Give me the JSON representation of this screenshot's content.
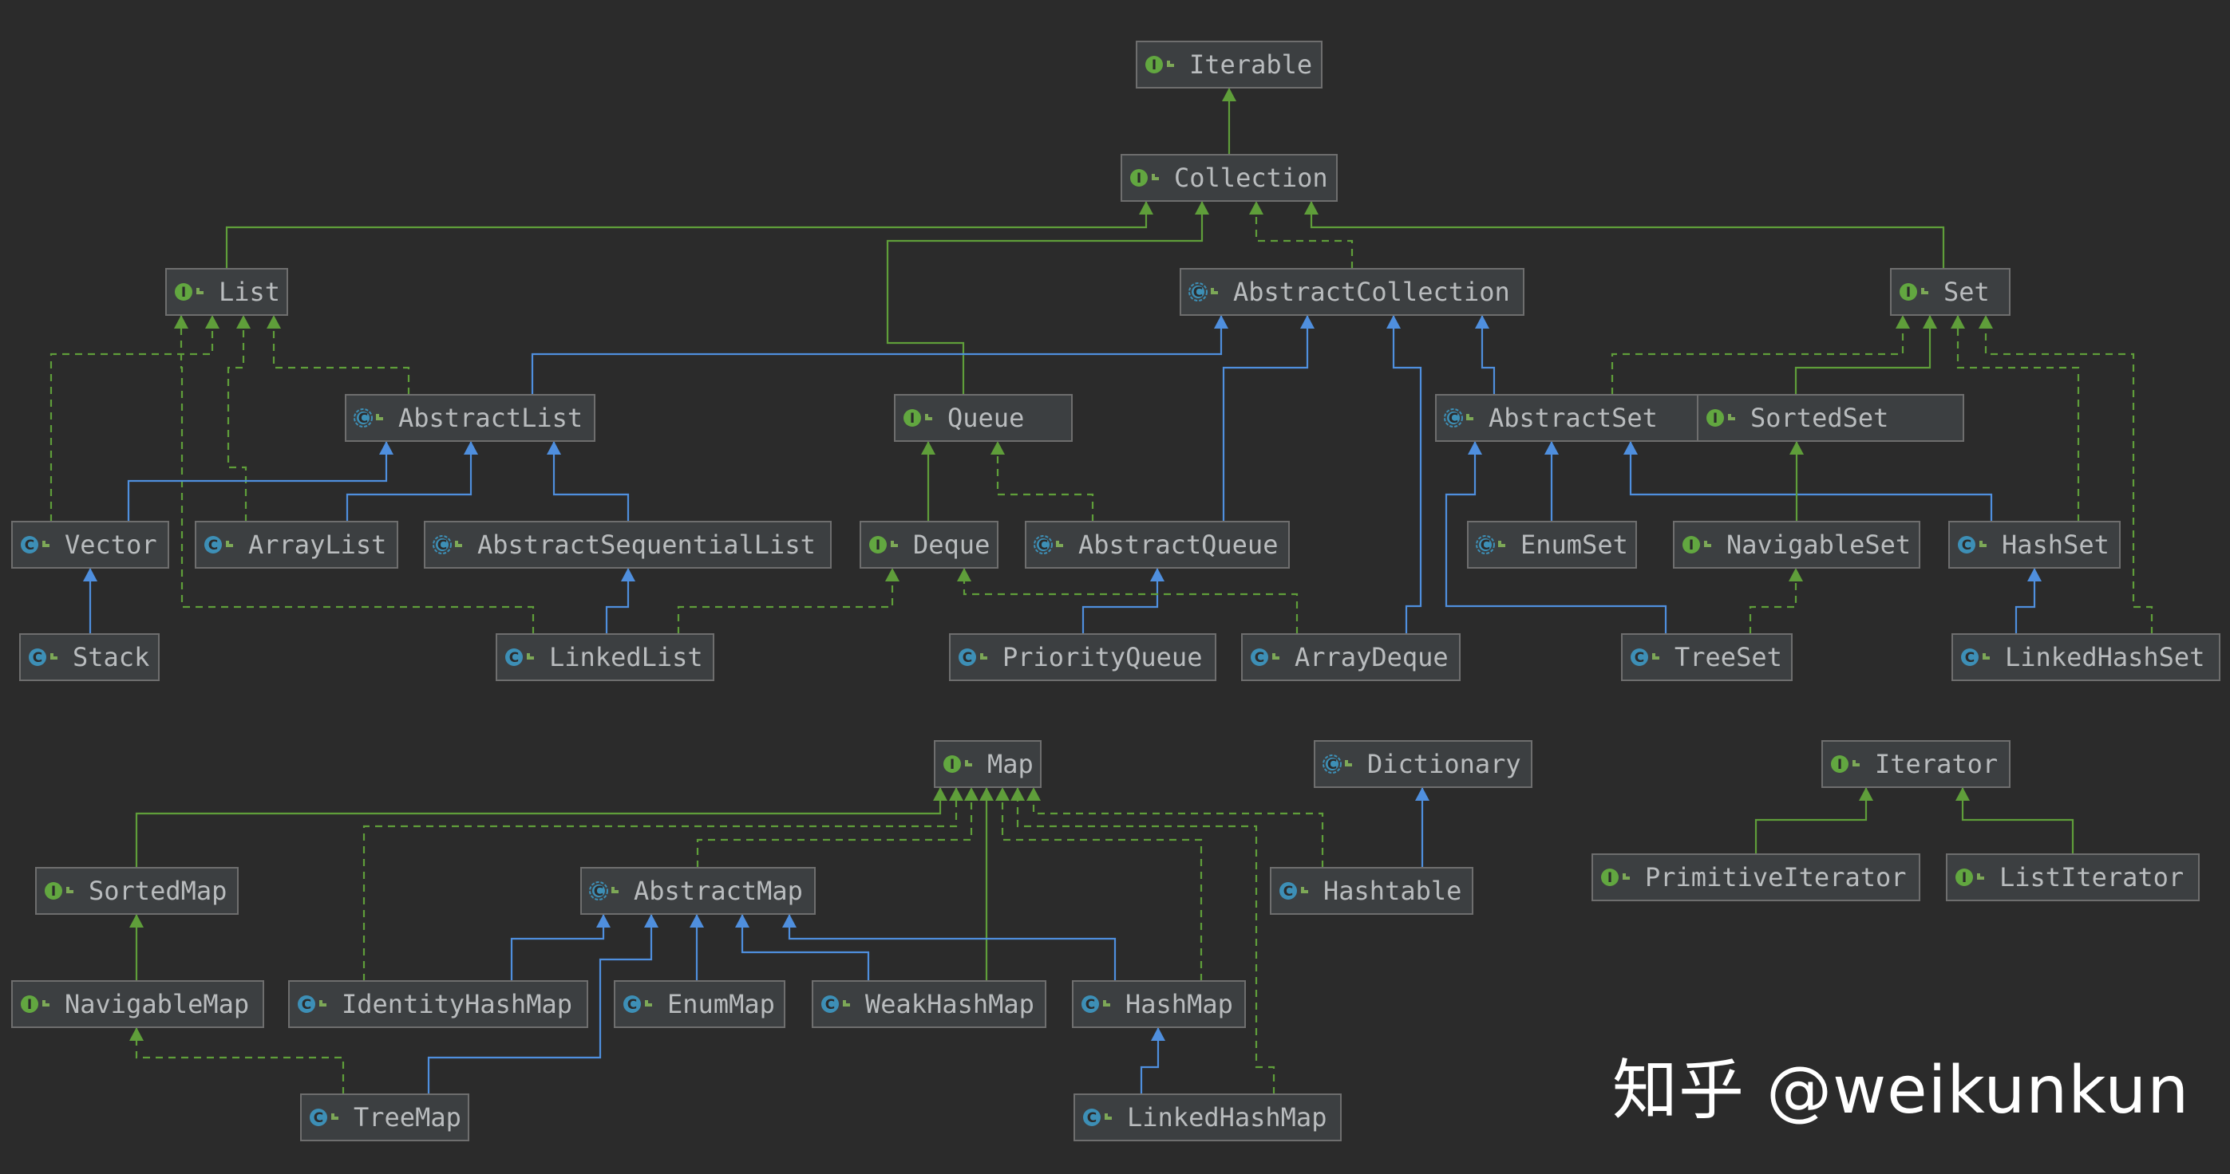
{
  "nodes": [
    {
      "id": "Iterable",
      "label": "Iterable",
      "kind": "interface"
    },
    {
      "id": "Collection",
      "label": "Collection",
      "kind": "interface"
    },
    {
      "id": "List",
      "label": "List",
      "kind": "interface"
    },
    {
      "id": "AbstractCollection",
      "label": "AbstractCollection",
      "kind": "abstract"
    },
    {
      "id": "Set",
      "label": "Set",
      "kind": "interface"
    },
    {
      "id": "AbstractList",
      "label": "AbstractList",
      "kind": "abstract"
    },
    {
      "id": "Queue",
      "label": "Queue",
      "kind": "interface"
    },
    {
      "id": "AbstractSet",
      "label": "AbstractSet",
      "kind": "abstract"
    },
    {
      "id": "SortedSet",
      "label": "SortedSet",
      "kind": "interface"
    },
    {
      "id": "Vector",
      "label": "Vector",
      "kind": "class"
    },
    {
      "id": "ArrayList",
      "label": "ArrayList",
      "kind": "class"
    },
    {
      "id": "AbstractSequentialList",
      "label": "AbstractSequentialList",
      "kind": "abstract"
    },
    {
      "id": "Deque",
      "label": "Deque",
      "kind": "interface"
    },
    {
      "id": "AbstractQueue",
      "label": "AbstractQueue",
      "kind": "abstract"
    },
    {
      "id": "EnumSet",
      "label": "EnumSet",
      "kind": "abstract"
    },
    {
      "id": "NavigableSet",
      "label": "NavigableSet",
      "kind": "interface"
    },
    {
      "id": "HashSet",
      "label": "HashSet",
      "kind": "class"
    },
    {
      "id": "Stack",
      "label": "Stack",
      "kind": "class"
    },
    {
      "id": "LinkedList",
      "label": "LinkedList",
      "kind": "class"
    },
    {
      "id": "PriorityQueue",
      "label": "PriorityQueue",
      "kind": "class"
    },
    {
      "id": "ArrayDeque",
      "label": "ArrayDeque",
      "kind": "class"
    },
    {
      "id": "TreeSet",
      "label": "TreeSet",
      "kind": "class"
    },
    {
      "id": "LinkedHashSet",
      "label": "LinkedHashSet",
      "kind": "class"
    },
    {
      "id": "Map",
      "label": "Map",
      "kind": "interface"
    },
    {
      "id": "Dictionary",
      "label": "Dictionary",
      "kind": "abstract"
    },
    {
      "id": "Iterator",
      "label": "Iterator",
      "kind": "interface"
    },
    {
      "id": "SortedMap",
      "label": "SortedMap",
      "kind": "interface"
    },
    {
      "id": "AbstractMap",
      "label": "AbstractMap",
      "kind": "abstract"
    },
    {
      "id": "Hashtable",
      "label": "Hashtable",
      "kind": "class"
    },
    {
      "id": "PrimitiveIterator",
      "label": "PrimitiveIterator",
      "kind": "interface"
    },
    {
      "id": "ListIterator",
      "label": "ListIterator",
      "kind": "interface"
    },
    {
      "id": "NavigableMap",
      "label": "NavigableMap",
      "kind": "interface"
    },
    {
      "id": "IdentityHashMap",
      "label": "IdentityHashMap",
      "kind": "class"
    },
    {
      "id": "EnumMap",
      "label": "EnumMap",
      "kind": "class"
    },
    {
      "id": "WeakHashMap",
      "label": "WeakHashMap",
      "kind": "class"
    },
    {
      "id": "HashMap",
      "label": "HashMap",
      "kind": "class"
    },
    {
      "id": "TreeMap",
      "label": "TreeMap",
      "kind": "class"
    },
    {
      "id": "LinkedHashMap",
      "label": "LinkedHashMap",
      "kind": "class"
    }
  ],
  "edges": [
    {
      "from": "Collection",
      "to": "Iterable",
      "type": "extends-interface"
    },
    {
      "from": "List",
      "to": "Collection",
      "type": "extends-interface"
    },
    {
      "from": "Queue",
      "to": "Collection",
      "type": "extends-interface"
    },
    {
      "from": "AbstractCollection",
      "to": "Collection",
      "type": "implements"
    },
    {
      "from": "Set",
      "to": "Collection",
      "type": "extends-interface"
    },
    {
      "from": "AbstractList",
      "to": "AbstractCollection",
      "type": "extends-class"
    },
    {
      "from": "AbstractQueue",
      "to": "AbstractCollection",
      "type": "extends-class"
    },
    {
      "from": "ArrayDeque",
      "to": "AbstractCollection",
      "type": "extends-class"
    },
    {
      "from": "AbstractSet",
      "to": "AbstractCollection",
      "type": "extends-class"
    },
    {
      "from": "AbstractList",
      "to": "List",
      "type": "implements"
    },
    {
      "from": "Vector",
      "to": "List",
      "type": "implements"
    },
    {
      "from": "ArrayList",
      "to": "List",
      "type": "implements"
    },
    {
      "from": "LinkedList",
      "to": "List",
      "type": "implements"
    },
    {
      "from": "Vector",
      "to": "AbstractList",
      "type": "extends-class"
    },
    {
      "from": "ArrayList",
      "to": "AbstractList",
      "type": "extends-class"
    },
    {
      "from": "AbstractSequentialList",
      "to": "AbstractList",
      "type": "extends-class"
    },
    {
      "from": "Stack",
      "to": "Vector",
      "type": "extends-class"
    },
    {
      "from": "LinkedList",
      "to": "AbstractSequentialList",
      "type": "extends-class"
    },
    {
      "from": "LinkedList",
      "to": "Deque",
      "type": "implements"
    },
    {
      "from": "Deque",
      "to": "Queue",
      "type": "extends-interface"
    },
    {
      "from": "AbstractQueue",
      "to": "Queue",
      "type": "implements"
    },
    {
      "from": "PriorityQueue",
      "to": "AbstractQueue",
      "type": "extends-class"
    },
    {
      "from": "ArrayDeque",
      "to": "Deque",
      "type": "implements"
    },
    {
      "from": "SortedSet",
      "to": "Set",
      "type": "extends-interface"
    },
    {
      "from": "AbstractSet",
      "to": "Set",
      "type": "implements"
    },
    {
      "from": "HashSet",
      "to": "Set",
      "type": "implements"
    },
    {
      "from": "LinkedHashSet",
      "to": "Set",
      "type": "implements"
    },
    {
      "from": "EnumSet",
      "to": "AbstractSet",
      "type": "extends-class"
    },
    {
      "from": "HashSet",
      "to": "AbstractSet",
      "type": "extends-class"
    },
    {
      "from": "TreeSet",
      "to": "AbstractSet",
      "type": "extends-class"
    },
    {
      "from": "NavigableSet",
      "to": "SortedSet",
      "type": "extends-interface"
    },
    {
      "from": "TreeSet",
      "to": "NavigableSet",
      "type": "implements"
    },
    {
      "from": "LinkedHashSet",
      "to": "HashSet",
      "type": "extends-class"
    },
    {
      "from": "SortedMap",
      "to": "Map",
      "type": "extends-interface"
    },
    {
      "from": "AbstractMap",
      "to": "Map",
      "type": "implements"
    },
    {
      "from": "IdentityHashMap",
      "to": "Map",
      "type": "implements"
    },
    {
      "from": "WeakHashMap",
      "to": "Map",
      "type": "implements"
    },
    {
      "from": "HashMap",
      "to": "Map",
      "type": "implements"
    },
    {
      "from": "LinkedHashMap",
      "to": "Map",
      "type": "implements"
    },
    {
      "from": "Hashtable",
      "to": "Map",
      "type": "implements"
    },
    {
      "from": "Hashtable",
      "to": "Dictionary",
      "type": "extends-class"
    },
    {
      "from": "NavigableMap",
      "to": "SortedMap",
      "type": "extends-interface"
    },
    {
      "from": "TreeMap",
      "to": "NavigableMap",
      "type": "implements"
    },
    {
      "from": "TreeMap",
      "to": "AbstractMap",
      "type": "extends-class"
    },
    {
      "from": "IdentityHashMap",
      "to": "AbstractMap",
      "type": "extends-class"
    },
    {
      "from": "EnumMap",
      "to": "AbstractMap",
      "type": "extends-class"
    },
    {
      "from": "WeakHashMap",
      "to": "AbstractMap",
      "type": "extends-class"
    },
    {
      "from": "HashMap",
      "to": "AbstractMap",
      "type": "extends-class"
    },
    {
      "from": "LinkedHashMap",
      "to": "HashMap",
      "type": "extends-class"
    },
    {
      "from": "PrimitiveIterator",
      "to": "Iterator",
      "type": "extends-interface"
    },
    {
      "from": "ListIterator",
      "to": "Iterator",
      "type": "extends-interface"
    }
  ],
  "legend": {
    "interface_badge": "I",
    "class_badge": "C",
    "interface_color": "#62a740",
    "class_color": "#3d8fb6"
  },
  "watermark": "知乎 @weikunkun"
}
